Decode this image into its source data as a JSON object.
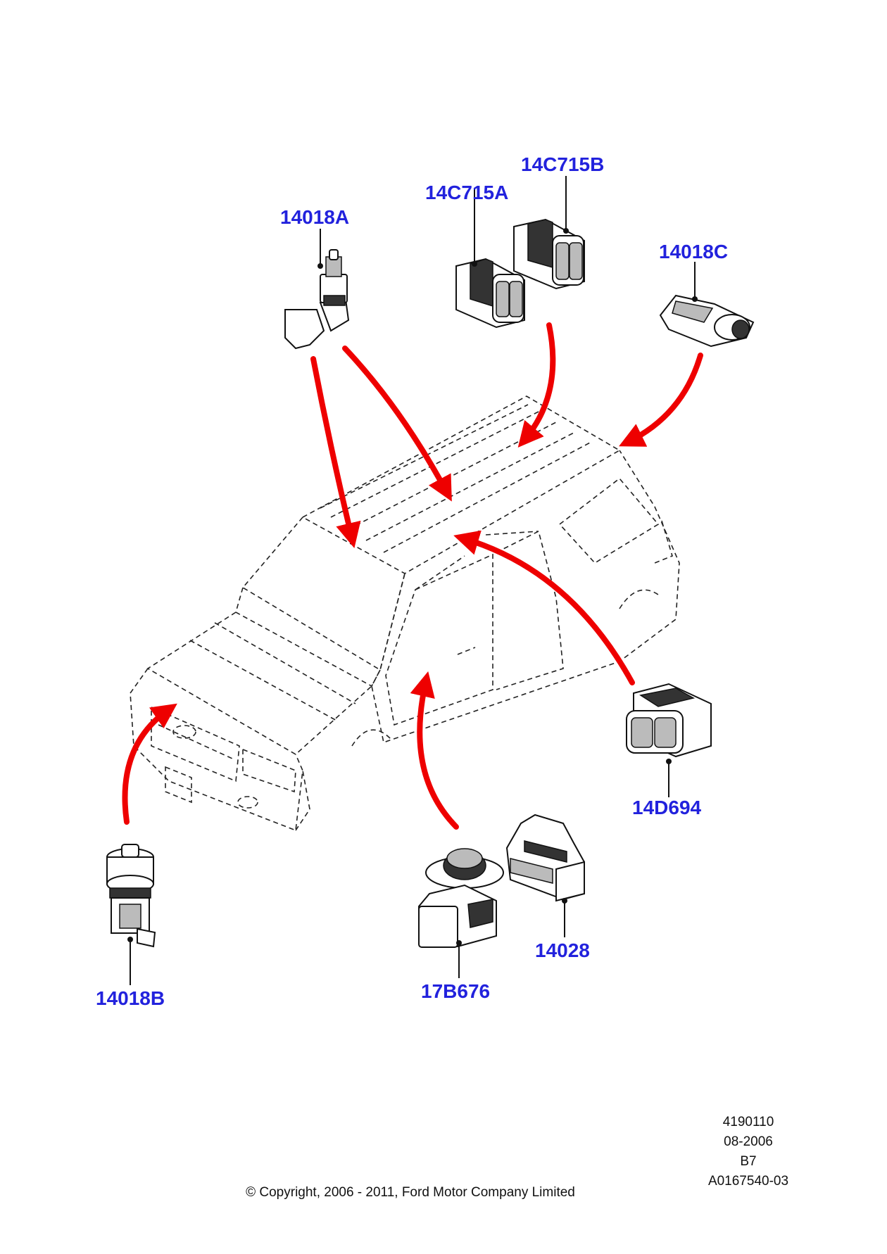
{
  "diagram": {
    "labels": {
      "p14018A": "14018A",
      "p14C715A": "14C715A",
      "p14C715B": "14C715B",
      "p14018C": "14018C",
      "p14D694": "14D694",
      "p14018B": "14018B",
      "p17B676": "17B676",
      "p14028": "14028"
    },
    "reference": {
      "number": "4190110",
      "date": "08-2006",
      "code": "B7",
      "illustration_id": "A0167540-03"
    },
    "copyright": "© Copyright, 2006 - 2011, Ford Motor Company Limited"
  },
  "colors": {
    "label": "#2222dd",
    "arrow": "#ee0000",
    "line": "#222222"
  }
}
